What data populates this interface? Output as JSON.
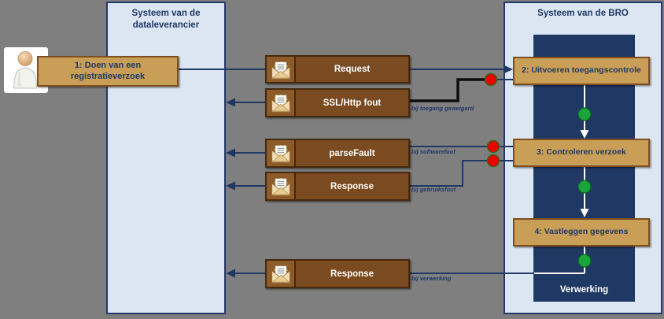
{
  "colors": {
    "background": "#7f7f7f",
    "panel_fill": "#dce6f2",
    "panel_border": "#24386b",
    "process_band": "#1f3864",
    "activity_fill": "#c99f58",
    "activity_border": "#7e4e1f",
    "message_fill": "#7a4a21",
    "line": "#1f3864",
    "failure_dot": "#ec0000",
    "success_dot": "#19a539"
  },
  "actor": {
    "icon": "person-icon",
    "role": "dataleverancier"
  },
  "panels": {
    "supplier": {
      "title": "Systeem van de dataleverancier"
    },
    "bro": {
      "title": "Systeem van de BRO",
      "process_label": "Verwerking"
    }
  },
  "activities": {
    "step1": {
      "label": "1: Doen van een registratieverzoek"
    },
    "step2": {
      "label": "2: Uitvoeren toegangscontrole"
    },
    "step3": {
      "label": "3: Controleren verzoek"
    },
    "step4": {
      "label": "4: Vastleggen gegevens"
    }
  },
  "messages": {
    "request": {
      "label": "Request",
      "direction": "right"
    },
    "ssl_http_fout": {
      "label": "SSL/Http fout",
      "direction": "left",
      "note": "bij toegang geweigerd"
    },
    "parse_fault": {
      "label": "parseFault",
      "direction": "left",
      "note": "bij softwarefout"
    },
    "response_fout": {
      "label": "Response",
      "direction": "left",
      "note": "bij gebruiksfout"
    },
    "response_verwerking": {
      "label": "Response",
      "direction": "left",
      "note": "bij verwerking"
    }
  }
}
